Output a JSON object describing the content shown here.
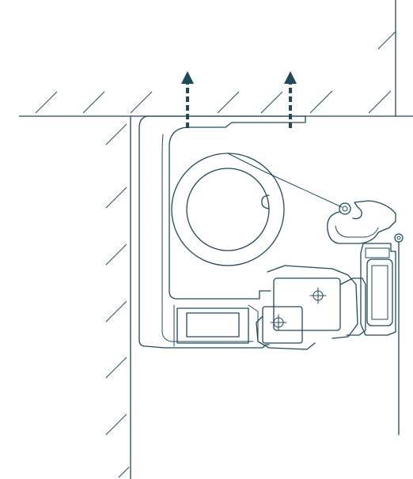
{
  "colors": {
    "line": "#1e4a5c",
    "arrow": "#1e4a5c",
    "background": "#ffffff"
  },
  "arrows": {
    "count": 2,
    "direction": "up",
    "style": "dashed"
  }
}
